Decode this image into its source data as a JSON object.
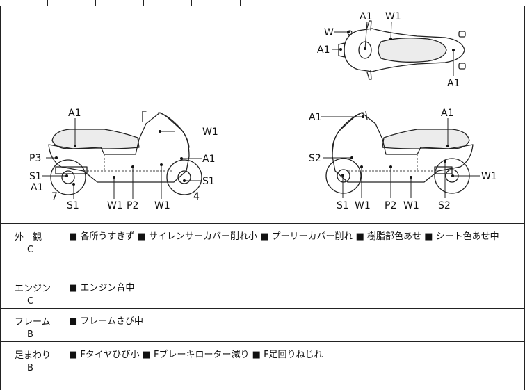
{
  "labels": {
    "top_a1_a": "A1",
    "top_w1": "W1",
    "top_w": "W",
    "top_a1_b": "A1",
    "top_a1_c": "A1",
    "left_a1": "A1",
    "left_w1_a": "W1",
    "left_p3": "P3",
    "left_a1_r": "A1",
    "left_s2": "S1",
    "left_s1_r": "S1",
    "left_a1_l": "A1",
    "left_7": "7",
    "left_4": "4",
    "left_s1": "S1",
    "left_w1_b": "W1",
    "left_p2": "P2",
    "left_w1_c": "W1",
    "right_a1_l": "A1",
    "right_a1_r": "A1",
    "right_s2": "S2",
    "right_w1_r": "W1",
    "right_s1": "S1",
    "right_w1_a": "W1",
    "right_p2": "P2",
    "right_w1_b": "W1",
    "right_s2_b": "S2"
  },
  "sections": [
    {
      "name": "外　観",
      "grade": "C",
      "text": "■ 各所うすきず ■ サイレンサーカバー削れ小 ■ プーリーカバー削れ ■ 樹脂部色あせ ■ シート色あせ中"
    },
    {
      "name": "エンジン",
      "grade": "C",
      "text": "■ エンジン音中"
    },
    {
      "name": "フレーム",
      "grade": "B",
      "text": "■ フレームさび中"
    },
    {
      "name": "足まわり",
      "grade": "B",
      "text": "■ Fタイヤひび小 ■ Fブレーキローター減り ■ F足回りねじれ"
    }
  ]
}
